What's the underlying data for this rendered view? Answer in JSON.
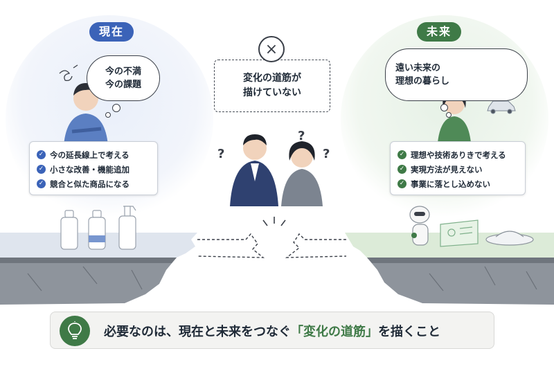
{
  "present": {
    "label": "現在",
    "thought_lines": [
      "今の不満",
      "今の課題"
    ],
    "items": [
      "今の延長線上で考える",
      "小さな改善・機能追加",
      "競合と似た商品になる"
    ]
  },
  "center": {
    "bubble_lines": [
      "変化の道筋が",
      "描けていない"
    ],
    "x_mark": "×",
    "question_mark": "?"
  },
  "future": {
    "label": "未来",
    "thought_lines": [
      "遠い未来の",
      "理想の暮らし"
    ],
    "items": [
      "理想や技術ありきで考える",
      "実現方法が見えない",
      "事業に落とし込めない"
    ]
  },
  "message": {
    "before": "必要なのは、現在と未来をつなぐ",
    "highlight": "「変化の道筋」",
    "after": "を描くこと"
  },
  "colors": {
    "present_accent": "#3b63b8",
    "future_accent": "#3f7a47",
    "text": "#1f2a37"
  },
  "icons": [
    "confused-scribble-icon",
    "check-icon",
    "x-icon",
    "lightbulb-icon"
  ]
}
